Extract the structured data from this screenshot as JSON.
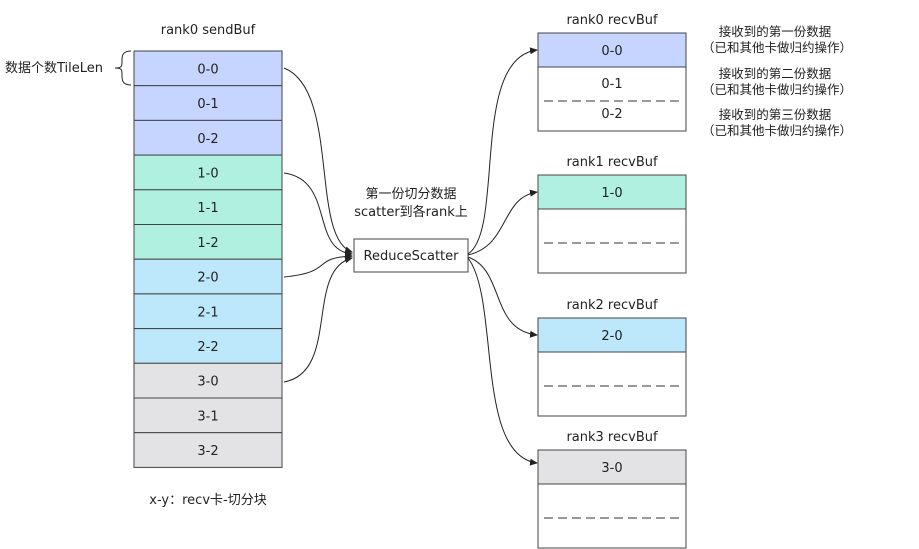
{
  "colors": {
    "blue": "#c5d5ff",
    "green": "#b0f0e0",
    "sky": "#bde8fb",
    "gray": "#e3e3e6",
    "white": "#ffffff"
  },
  "sendbuf": {
    "title": "rank0 sendBuf",
    "tile_note": "数据个数TileLen",
    "footer": "x-y：recv卡-切分块",
    "cells": [
      {
        "label": "0-0",
        "color": "blue"
      },
      {
        "label": "0-1",
        "color": "blue"
      },
      {
        "label": "0-2",
        "color": "blue"
      },
      {
        "label": "1-0",
        "color": "green"
      },
      {
        "label": "1-1",
        "color": "green"
      },
      {
        "label": "1-2",
        "color": "green"
      },
      {
        "label": "2-0",
        "color": "sky"
      },
      {
        "label": "2-1",
        "color": "sky"
      },
      {
        "label": "2-2",
        "color": "sky"
      },
      {
        "label": "3-0",
        "color": "gray"
      },
      {
        "label": "3-1",
        "color": "gray"
      },
      {
        "label": "3-2",
        "color": "gray"
      }
    ]
  },
  "op": {
    "label": "ReduceScatter",
    "caption_line1": "第一份切分数据",
    "caption_line2": "scatter到各rank上"
  },
  "recvbufs": [
    {
      "title": "rank0 recvBuf",
      "first_label": "0-0",
      "first_color": "blue",
      "rest": [
        "0-1",
        "0-2"
      ],
      "rest_color": "white"
    },
    {
      "title": "rank1 recvBuf",
      "first_label": "1-0",
      "first_color": "green",
      "rest": [
        "",
        ""
      ],
      "rest_color": "white"
    },
    {
      "title": "rank2 recvBuf",
      "first_label": "2-0",
      "first_color": "sky",
      "rest": [
        "",
        ""
      ],
      "rest_color": "white"
    },
    {
      "title": "rank3 recvBuf",
      "first_label": "3-0",
      "first_color": "gray",
      "rest": [
        "",
        ""
      ],
      "rest_color": "white"
    }
  ],
  "notes": [
    {
      "line1": "接收到的第一份数据",
      "line2": "（已和其他卡做归约操作）"
    },
    {
      "line1": "接收到的第二份数据",
      "line2": "（已和其他卡做归约操作）"
    },
    {
      "line1": "接收到的第三份数据",
      "line2": "（已和其他卡做归约操作）"
    }
  ]
}
